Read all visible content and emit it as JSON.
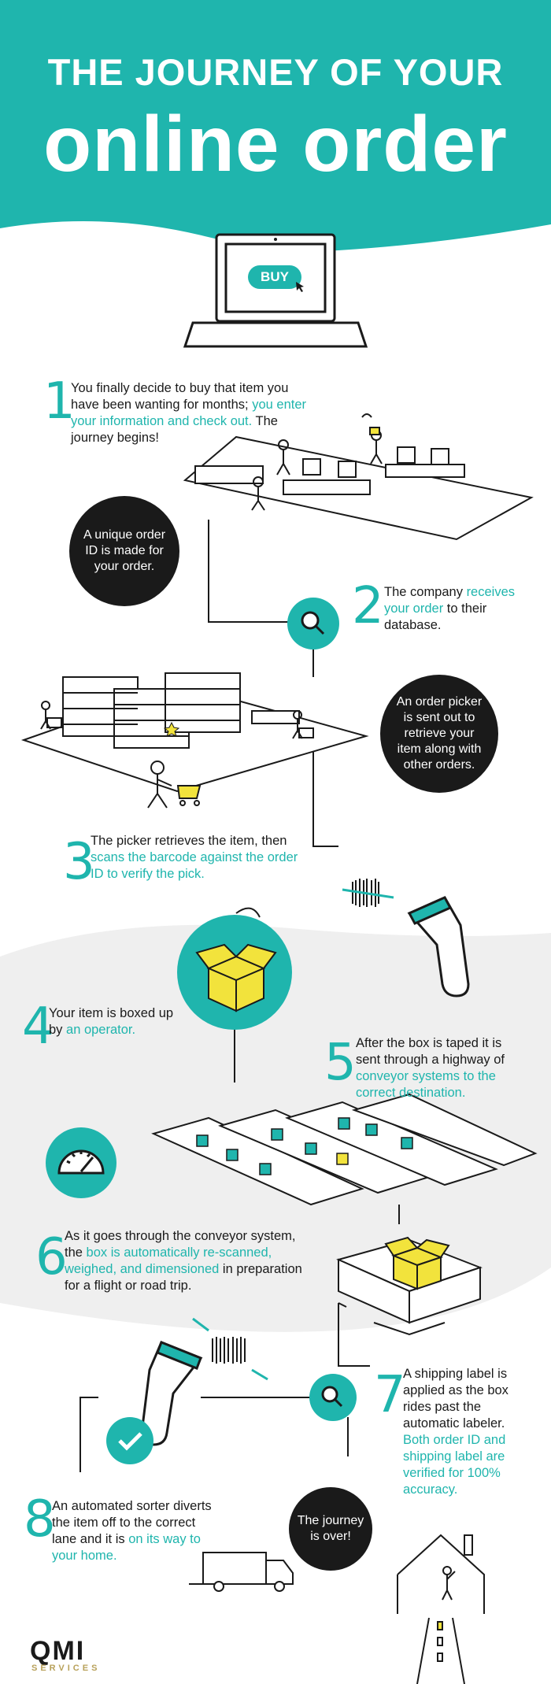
{
  "header": {
    "line1": "THE JOURNEY OF YOUR",
    "line2": "online order",
    "bg_color": "#1fb5ad"
  },
  "laptop": {
    "buy_label": "BUY"
  },
  "steps": [
    {
      "number": "1",
      "text_a": "You finally decide to buy that item you have been wanting for months; ",
      "text_teal": "you enter your information and check out.",
      "text_b": " The journey begins!"
    },
    {
      "number": "2",
      "text_a": "The company ",
      "text_teal": "receives your order",
      "text_b": " to their database."
    },
    {
      "number": "3",
      "text_a": "The picker retrieves the item, then ",
      "text_teal": "scans the barcode against the order ID to verify the pick.",
      "text_b": ""
    },
    {
      "number": "4",
      "text_a": "Your item is boxed up by ",
      "text_teal": "an operator.",
      "text_b": ""
    },
    {
      "number": "5",
      "text_a": "After the box is taped it is sent through a highway of ",
      "text_teal": "conveyor systems to the correct destination.",
      "text_b": ""
    },
    {
      "number": "6",
      "text_a": "As it goes through the conveyor system, the ",
      "text_teal": "box is automatically re-scanned, weighed, and dimensioned",
      "text_b": " in preparation for a flight or road trip."
    },
    {
      "number": "7",
      "text_a": "A shipping label is applied as the box rides past the automatic labeler. ",
      "text_teal": "Both order ID and shipping label are verified for 100% accuracy.",
      "text_b": ""
    },
    {
      "number": "8",
      "text_a": "An automated sorter diverts the item off to the correct lane and it is ",
      "text_teal": "on its way to your home.",
      "text_b": ""
    }
  ],
  "bubbles": {
    "order_id": "A unique order ID is made for your order.",
    "picker": "An order picker is sent out to retrieve your item along with other orders.",
    "end": "The journey is over!"
  },
  "logo": {
    "name": "QMI",
    "sub": "SERVICES"
  },
  "colors": {
    "accent": "#1fb5ad",
    "dark": "#1a1a1a",
    "box_yellow": "#f2e33c",
    "light_gray": "#efefef",
    "logo_gold": "#b8a15a"
  }
}
